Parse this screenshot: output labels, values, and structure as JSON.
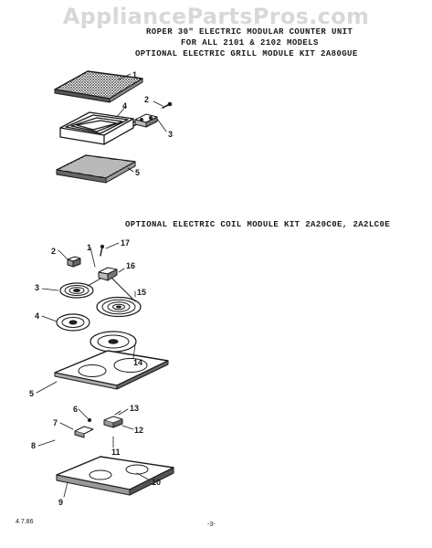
{
  "watermark": "AppliancePartsPros.com",
  "header": {
    "line1": "ROPER 30\" ELECTRIC MODULAR COUNTER UNIT",
    "line2": "FOR ALL 2101 & 2102 MODELS",
    "line3": "OPTIONAL ELECTRIC GRILL MODULE KIT  2A80GUE"
  },
  "coil_title": "OPTIONAL ELECTRIC COIL MODULE KIT 2A20C0E, 2A2LC0E",
  "callouts_grill": [
    "1",
    "2",
    "3",
    "4",
    "5"
  ],
  "callouts_coil": [
    "17",
    "2",
    "1",
    "16",
    "3",
    "15",
    "4",
    "14",
    "5",
    "6",
    "13",
    "7",
    "12",
    "8",
    "11",
    "10",
    "9"
  ],
  "footer": {
    "date": "4.7.86",
    "page": "-3-"
  }
}
